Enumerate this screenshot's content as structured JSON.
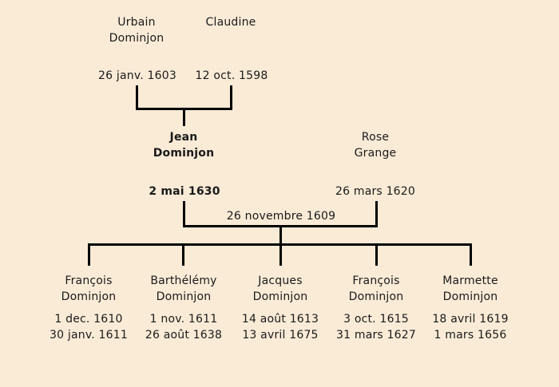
{
  "colors": {
    "background": "#FAEBD7",
    "line": "#000000",
    "text": "#1A1A1A"
  },
  "grandparents": [
    {
      "name_lines": [
        "Urbain",
        "Dominjon"
      ],
      "date": "26 janv. 1603"
    },
    {
      "name_lines": [
        "Claudine"
      ],
      "date": "12 oct. 1598"
    }
  ],
  "parents": [
    {
      "name_lines": [
        "Jean",
        "Dominjon"
      ],
      "date": "2 mai 1630",
      "emphasis": "bold"
    },
    {
      "name_lines": [
        "Rose",
        "Grange"
      ],
      "date": "26 mars 1620",
      "emphasis": "normal"
    }
  ],
  "marriage": {
    "date": "26 novembre 1609"
  },
  "children": [
    {
      "name_lines": [
        "François",
        "Dominjon"
      ],
      "dates": [
        "1 dec. 1610",
        "30 janv. 1611"
      ]
    },
    {
      "name_lines": [
        "Barthélémy",
        "Dominjon"
      ],
      "dates": [
        "1 nov. 1611",
        "26 août 1638"
      ]
    },
    {
      "name_lines": [
        "Jacques",
        "Dominjon"
      ],
      "dates": [
        "14 août 1613",
        "13 avril 1675"
      ]
    },
    {
      "name_lines": [
        "François",
        "Dominjon"
      ],
      "dates": [
        "3 oct. 1615",
        "31 mars 1627"
      ]
    },
    {
      "name_lines": [
        "Marmette",
        "Dominjon"
      ],
      "dates": [
        "18 avril 1619",
        "1 mars 1656"
      ]
    }
  ]
}
